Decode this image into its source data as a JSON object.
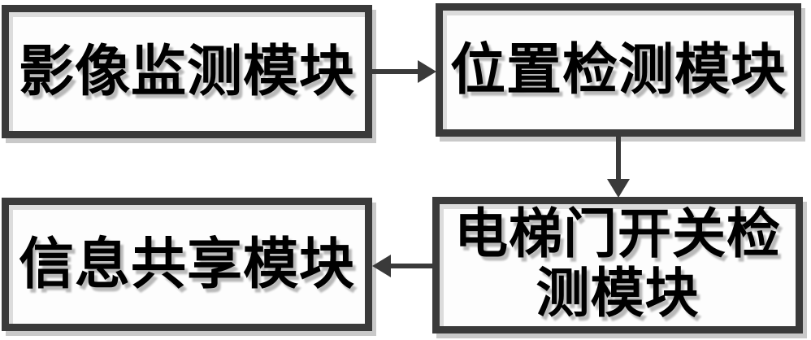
{
  "figure": {
    "type": "flowchart",
    "background_color": "#ffffff",
    "box_border_color": "#3a3a3a",
    "arrow_color": "#3a3a3a",
    "text_color": "#000000",
    "shadow_color": "#c9c9c9"
  },
  "nodes": [
    {
      "id": "image-monitoring-module",
      "label": "影像监测模块",
      "lines": [
        "影像监测模块"
      ]
    },
    {
      "id": "position-detection-module",
      "label": "位置检测模块",
      "lines": [
        "位置检测模块"
      ]
    },
    {
      "id": "elevator-door-switch-detection-module",
      "label": "电梯门开关检测模块",
      "lines": [
        "电梯门开关检",
        "测模块"
      ]
    },
    {
      "id": "information-sharing-module",
      "label": "信息共享模块",
      "lines": [
        "信息共享模块"
      ]
    }
  ],
  "edges": [
    {
      "from": "影像监测模块",
      "to": "位置检测模块",
      "direction": "right"
    },
    {
      "from": "位置检测模块",
      "to": "电梯门开关检测模块",
      "direction": "down"
    },
    {
      "from": "电梯门开关检测模块",
      "to": "信息共享模块",
      "direction": "left"
    }
  ]
}
